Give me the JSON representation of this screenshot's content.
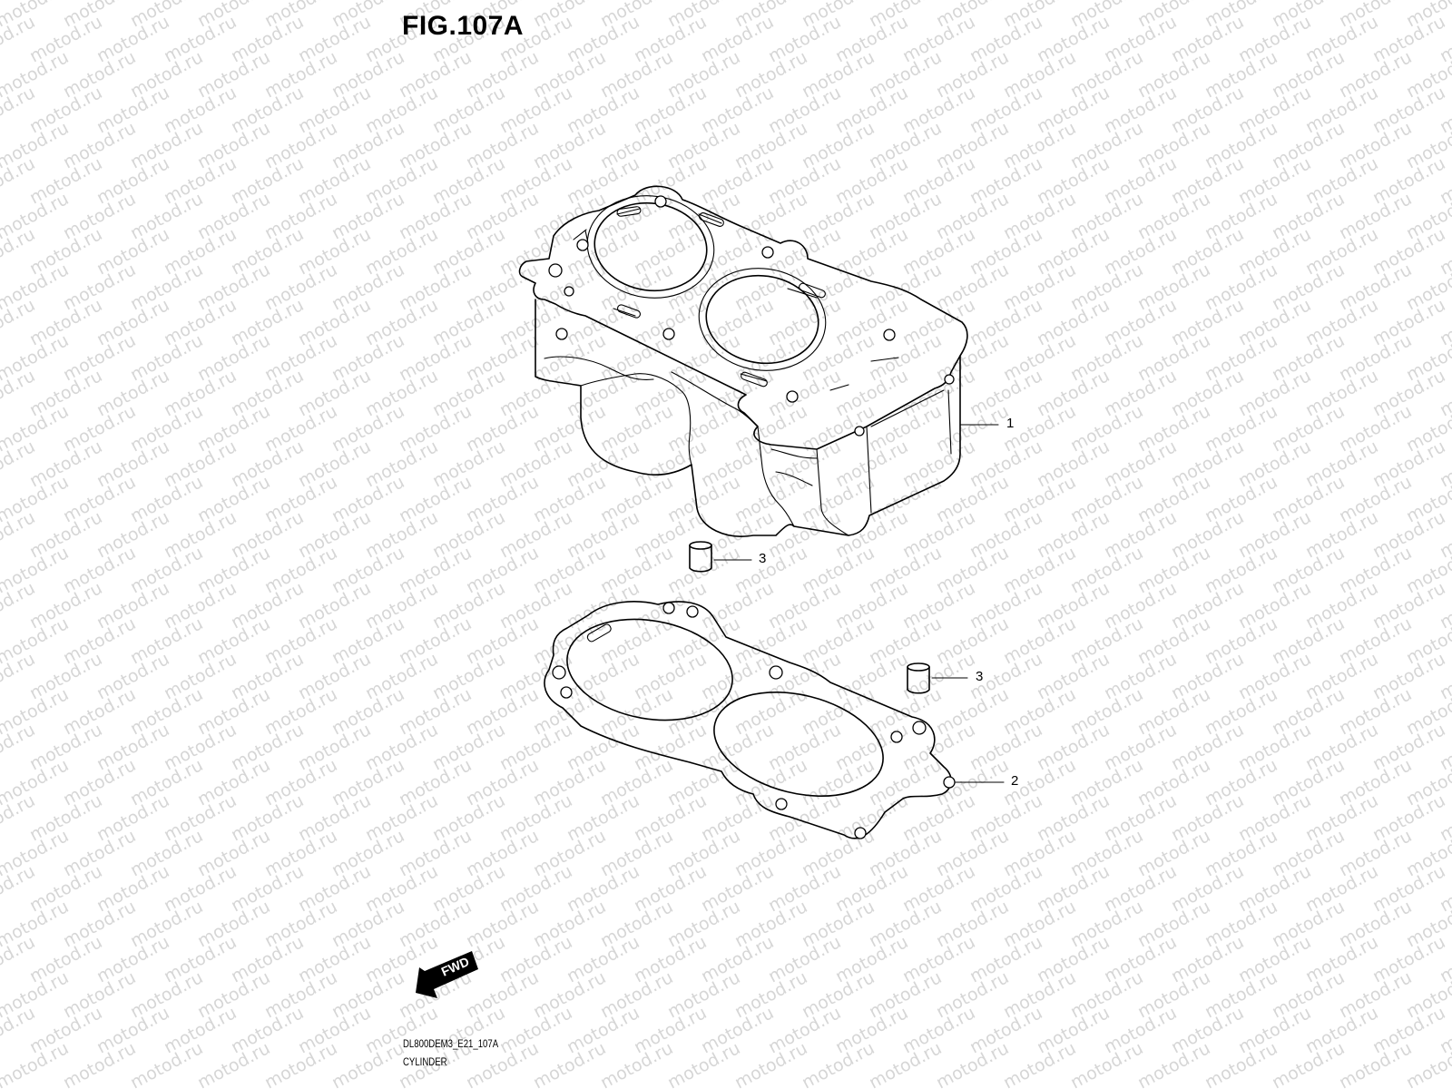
{
  "figure": {
    "title": "FIG.107A",
    "code": "DL800DEM3_E21_107A",
    "caption": "CYLINDER"
  },
  "watermark": {
    "text": "motod.ru"
  },
  "callouts": [
    {
      "number": "1",
      "part": "cylinder"
    },
    {
      "number": "3",
      "part": "dowel-pin-upper"
    },
    {
      "number": "3",
      "part": "dowel-pin-lower"
    },
    {
      "number": "2",
      "part": "cylinder-base-gasket"
    }
  ],
  "fwd_arrow": {
    "text": "FWD"
  }
}
